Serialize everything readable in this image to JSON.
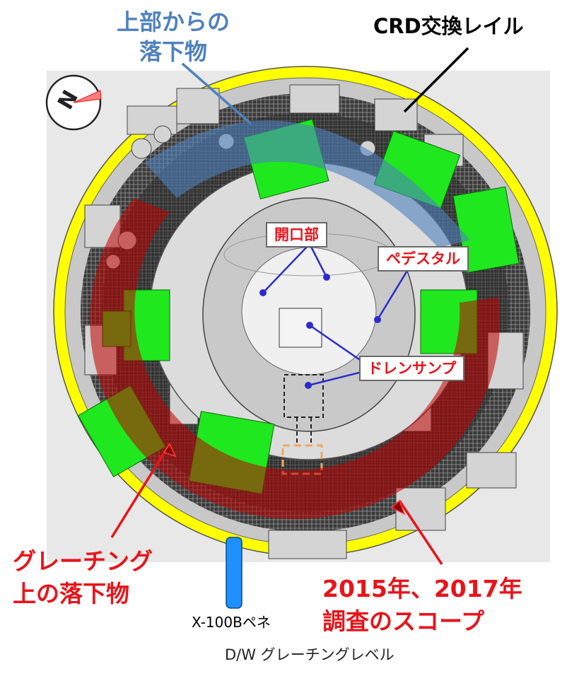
{
  "labels": {
    "falling_from_top": [
      "上部からの",
      "落下物"
    ],
    "crd_rail": "CRD交換レイル",
    "opening": "開口部",
    "pedestal": "ペデスタル",
    "drain_sump": "ドレンサンプ",
    "grating_debris": [
      "グレーチング",
      "上の落下物"
    ],
    "survey_scope": [
      "2015年、2017年",
      "調査のスコープ"
    ],
    "penetration": "X-100Bペネ",
    "compass": "N"
  },
  "caption": "D/W グレーチングレベル",
  "colors": {
    "blue_label": "#4f81bd",
    "red_label": "#e8141b",
    "black_label": "#000000",
    "yellow_ring": "#ffff00",
    "green_equipment": "#1fe81f",
    "red_overlay": "#c00000",
    "blue_overlay": "#4f81bd",
    "pipe_blue": "#1e90ff"
  }
}
